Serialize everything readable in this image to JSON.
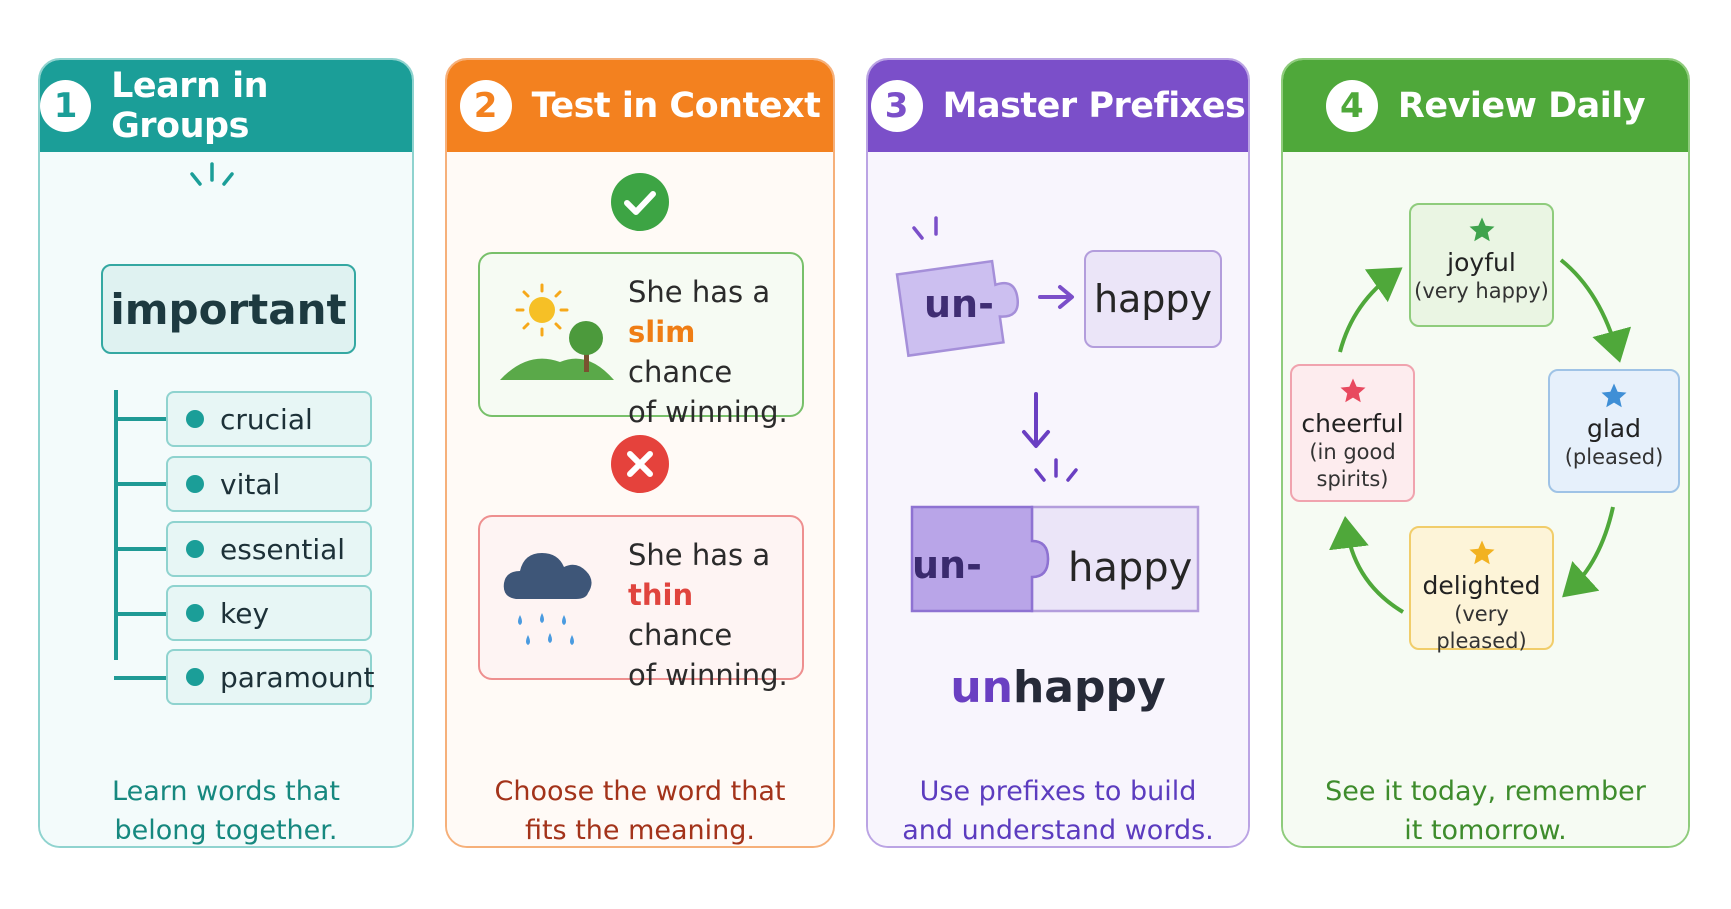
{
  "cards": [
    {
      "number": "1",
      "title": "Learn in Groups",
      "main_word": "important",
      "synonyms": [
        "crucial",
        "vital",
        "essential",
        "key",
        "paramount"
      ],
      "caption_line1": "Learn words that",
      "caption_line2": "belong together.",
      "color": "#1b9e98"
    },
    {
      "number": "2",
      "title": "Test in Context",
      "correct": {
        "line1": "She has a",
        "word": "slim",
        "line2_rest": " chance",
        "line3": "of winning."
      },
      "incorrect": {
        "line1": "She has a",
        "word": "thin",
        "line2_rest": " chance",
        "line3": "of winning."
      },
      "caption_line1": "Choose the word that",
      "caption_line2": "fits the meaning.",
      "color": "#f3811f"
    },
    {
      "number": "3",
      "title": "Master Prefixes",
      "prefix": "un-",
      "root": "happy",
      "result_prefix": "un",
      "result_root": "happy",
      "caption_line1": "Use prefixes to build",
      "caption_line2": "and understand words.",
      "color": "#7b4fc9"
    },
    {
      "number": "4",
      "title": "Review Daily",
      "cycle": [
        {
          "word": "joyful",
          "def": "(very happy)",
          "star_color": "#3fa34d"
        },
        {
          "word": "glad",
          "def": "(pleased)",
          "star_color": "#3f8fd6"
        },
        {
          "word": "delighted",
          "def": "(very pleased)",
          "star_color": "#f2b221"
        },
        {
          "word": "cheerful",
          "def_line1": "(in good",
          "def_line2": "spirits)",
          "star_color": "#e8495f"
        }
      ],
      "caption_line1": "See it today, remember",
      "caption_line2": "it tomorrow.",
      "color": "#4fa83a"
    }
  ]
}
